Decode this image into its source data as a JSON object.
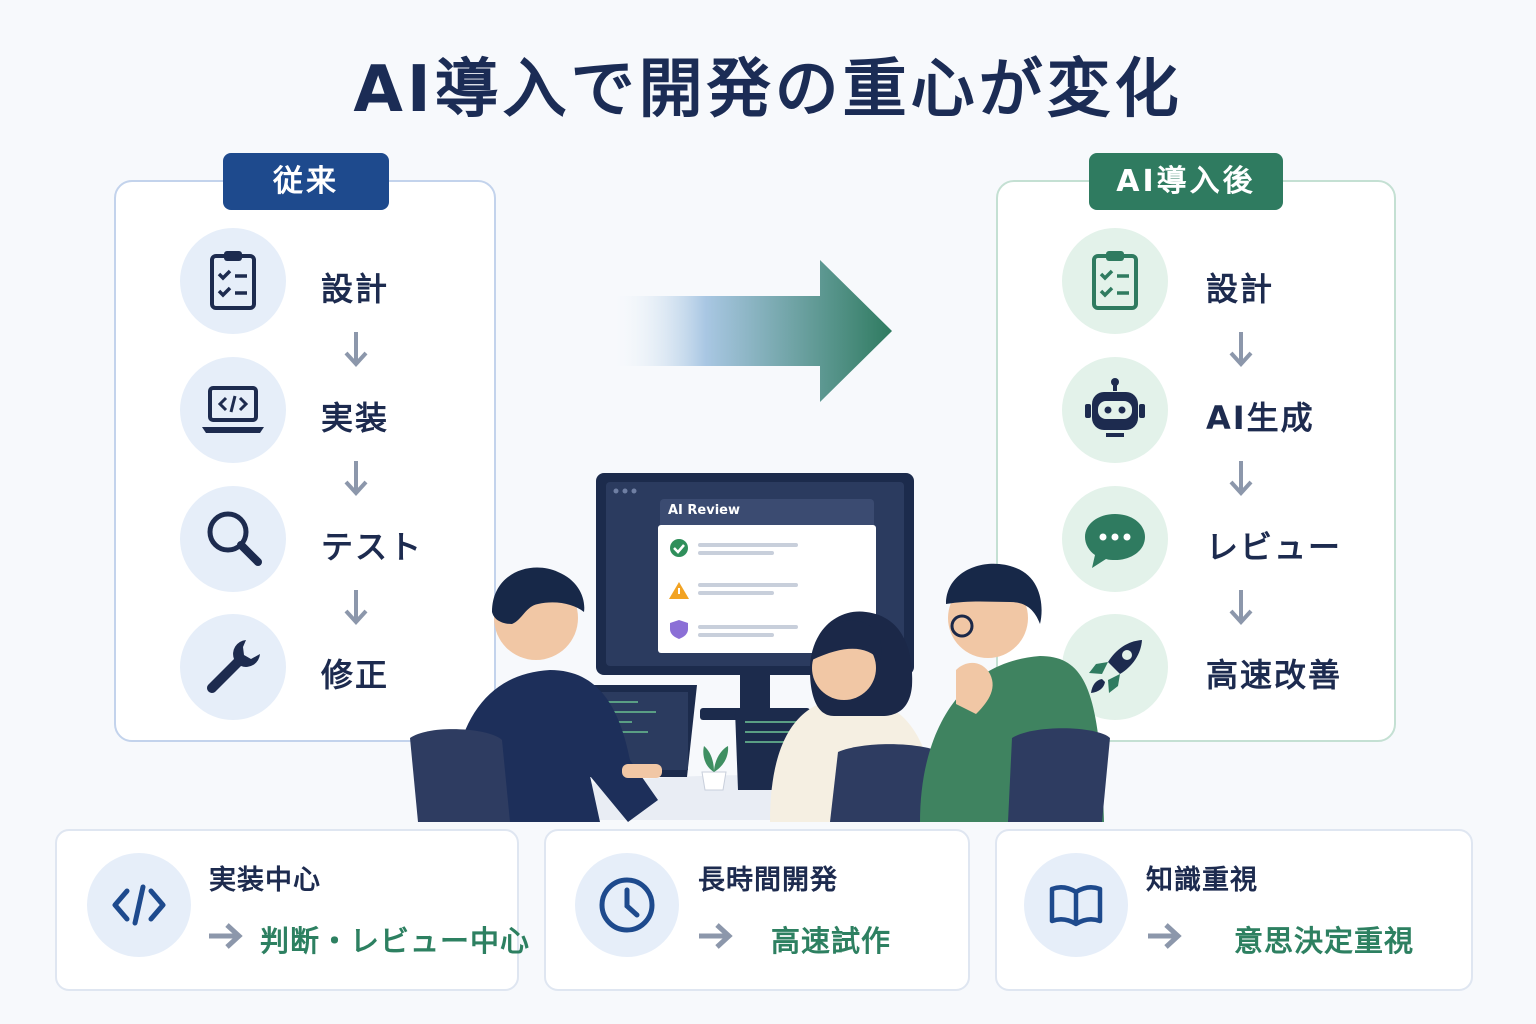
{
  "title": "AI導入で開発の重心が変化",
  "before": {
    "badge": "従来",
    "steps": [
      {
        "label": "設計",
        "icon": "clipboard-icon"
      },
      {
        "label": "実装",
        "icon": "laptop-code-icon"
      },
      {
        "label": "テスト",
        "icon": "magnifier-icon"
      },
      {
        "label": "修正",
        "icon": "wrench-icon"
      }
    ]
  },
  "after": {
    "badge": "AI導入後",
    "steps": [
      {
        "label": "設計",
        "icon": "clipboard-icon"
      },
      {
        "label": "AI生成",
        "icon": "robot-icon"
      },
      {
        "label": "レビュー",
        "icon": "chat-bubble-icon"
      },
      {
        "label": "高速改善",
        "icon": "rocket-icon"
      }
    ]
  },
  "screen": {
    "title": "AI Review"
  },
  "cards": [
    {
      "title": "実装中心",
      "sub": "判断・レビュー中心",
      "icon": "code-icon"
    },
    {
      "title": "長時間開発",
      "sub": "高速試作",
      "icon": "clock-icon"
    },
    {
      "title": "知識重視",
      "sub": "意思決定重視",
      "icon": "book-icon"
    }
  ],
  "colors": {
    "navy": "#1e4a8d",
    "green": "#2f7b60",
    "text": "#1d2b4f"
  }
}
